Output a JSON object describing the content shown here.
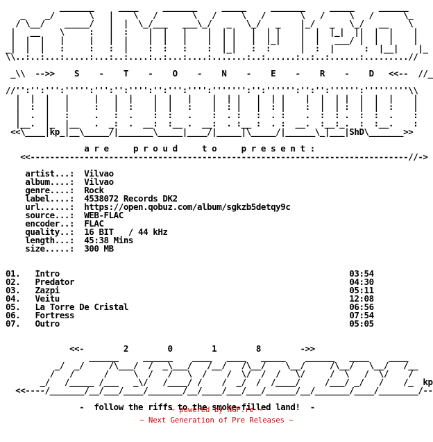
{
  "banner_art": "           _______     ____     _______     _____     _______     _____     ______\n   _    _/       \\   |    \\   /       \\   /     \\   /       \\   /     \\   /      \\_\n  / \\__/    _____/   |  |  \\_/___   ___\\_/   _   \\_/   _    |_/   _   \\_/   __    \\\n |   __    \\     :   |  :    |  |   |    |  | |   |  | |    |  |  |_|  ||  |  |    |\n |  |  |   |     |   |  |    |  |   |    |  | |   |  |_|    |  |   ___/ |  |  |    |\n_|  |  |   :     :   :  |    :  :   :    :  |_|   :  :      |  :  |      :  |__|    |_\n\\\\..:..:...:.....:...:..:....:..:...:....:.......:..:......:..:..:......:.........//\n\n _\\\\  -->>    S    -    T    -    O    -    N    -    E    -    R    -    D   <<--  //_\n\n//'':'':''':''''':''':'':'''':'':''':'''':''''''':'':'''''':'':'':'''''':'''''''''\\\\\n  |  |  |   |     |   |  |    |  |   |    |  | |   |  | |    |  |  | |  |  |  |    |\n  |  :  |   |     :   |  :    |  |   :    |  : |   |  : |    :  |  | :  |  |  :    |\n  |  .  |   :     .   :  .    :  :   .    :  . :   :  . :    .  :  : .  :  :  .    :\n  |__.  |_  |__   .  _:  .  __:  :__ .  __:  . :__ :  . :  __.  :__:_.  :  :__.    :\n <<\\____|kp_|__\\_____/|_______\\_____|____/|_____|\\_____/|______\\_|___|ShD\\_______>>\n",
  "present_line": "                a r e     p r o u d     t o     p r e s e n t :",
  "present_rule": "   <<-----------------------------------------------------------------------------//->",
  "release_info": [
    {
      "key": "artist...:",
      "value": "Vilvao"
    },
    {
      "key": "album....:",
      "value": "Vilvao"
    },
    {
      "key": "genre....:",
      "value": "Rock"
    },
    {
      "key": "label....:",
      "value": "4538072 Records DK2"
    },
    {
      "key": "url......:",
      "value": "https://open.qobuz.com/album/sgkzb5detqy9c"
    },
    {
      "key": "source...:",
      "value": "WEB-FLAC"
    },
    {
      "key": "encoder..:",
      "value": "FLAC"
    },
    {
      "key": "quality..:",
      "value": "16 BIT   / 44 kHz"
    },
    {
      "key": "length...:",
      "value": "45:38 Mins"
    },
    {
      "key": "size.....:",
      "value": "300 MB"
    }
  ],
  "tracklist": [
    {
      "num": "01.",
      "title": "Intro",
      "time": "03:54"
    },
    {
      "num": "02.",
      "title": "Predator",
      "time": "04:30"
    },
    {
      "num": "03.",
      "title": "Zazpi",
      "time": "05:11"
    },
    {
      "num": "04.",
      "title": "Veitu",
      "time": "12:08"
    },
    {
      "num": "05.",
      "title": "La Torre De Cristal",
      "time": "06:56"
    },
    {
      "num": "06.",
      "title": "Fortress",
      "time": "07:54"
    },
    {
      "num": "07.",
      "title": "Outro",
      "time": "05:05"
    }
  ],
  "year_art": "             <<-        2        0        1        8        ->>\n                 ______     ______    ____   ____   _____    ______   ____    ____\n          _/  _/     /\\___/  /  _\\___/   /__/   /\\__/    \\__/     /\\__/   \\__/   /__\n         /   /      /     \\  /   /   \\  /    /  \\/  /  /   \\/     /  \\   /  \\/    /\n       _/   /_____ /___   _\\/   /____/ /    /  _/  /  /____/     /___/ _/   /    /_  kp\n  <<----/_______/__/___/____/_______/__/____/___/___/______/__/_______/____/________/-->>",
  "slogan": "               -  follow the riffs to the smoke-filled land!  -",
  "footer": {
    "line1": "~ powered by NGP.re ~",
    "line2": "~ Next Generation of Pre Releases ~"
  }
}
